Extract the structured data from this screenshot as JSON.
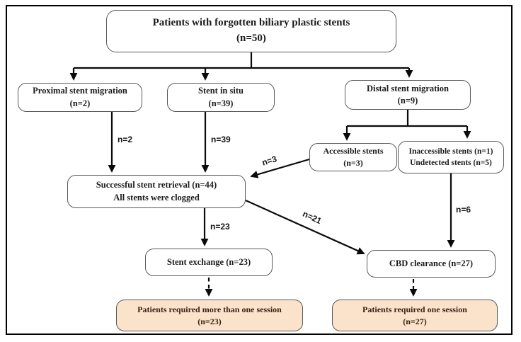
{
  "title": "Flowchart of patients with forgotten biliary plastic stents",
  "colors": {
    "background": "#ffffff",
    "frame_border": "#000000",
    "node_border": "#595959",
    "node_fill": "#ffffff",
    "outcome_fill": "#fae2cb",
    "arrow": "#0a0a0a"
  },
  "nodes": {
    "root": {
      "line1": "Patients with forgotten biliary plastic stents",
      "line2": "(n=50)"
    },
    "proximal": {
      "line1": "Proximal stent migration",
      "line2": "(n=2)"
    },
    "situ": {
      "line1": "Stent in situ",
      "line2": "(n=39)"
    },
    "distal": {
      "line1": "Distal stent migration",
      "line2": "(n=9)"
    },
    "accessible": {
      "line1": "Accessible stents",
      "line2": "(n=3)"
    },
    "inaccessible": {
      "line1": "Inaccessible stents (n=1)",
      "line2": "Undetected stents (n=5)"
    },
    "successful": {
      "line1": "Successful stent retrieval (n=44)",
      "line2": "All stents were clogged"
    },
    "exchange": {
      "line1": "Stent exchange (n=23)"
    },
    "cbd": {
      "line1": "CBD clearance (n=27)"
    },
    "more_sessions": {
      "line1": "Patients required more than one session",
      "line2": "(n=23)"
    },
    "one_session": {
      "line1": "Patients required one session",
      "line2": "(n=27)"
    }
  },
  "edge_labels": {
    "proximal_to_retrieval": "n=2",
    "situ_to_retrieval": "n=39",
    "accessible_to_retrieval": "n=3",
    "inaccessible_to_cbd": "n=6",
    "retrieval_to_exchange": "n=23",
    "retrieval_to_cbd": "n=21"
  }
}
